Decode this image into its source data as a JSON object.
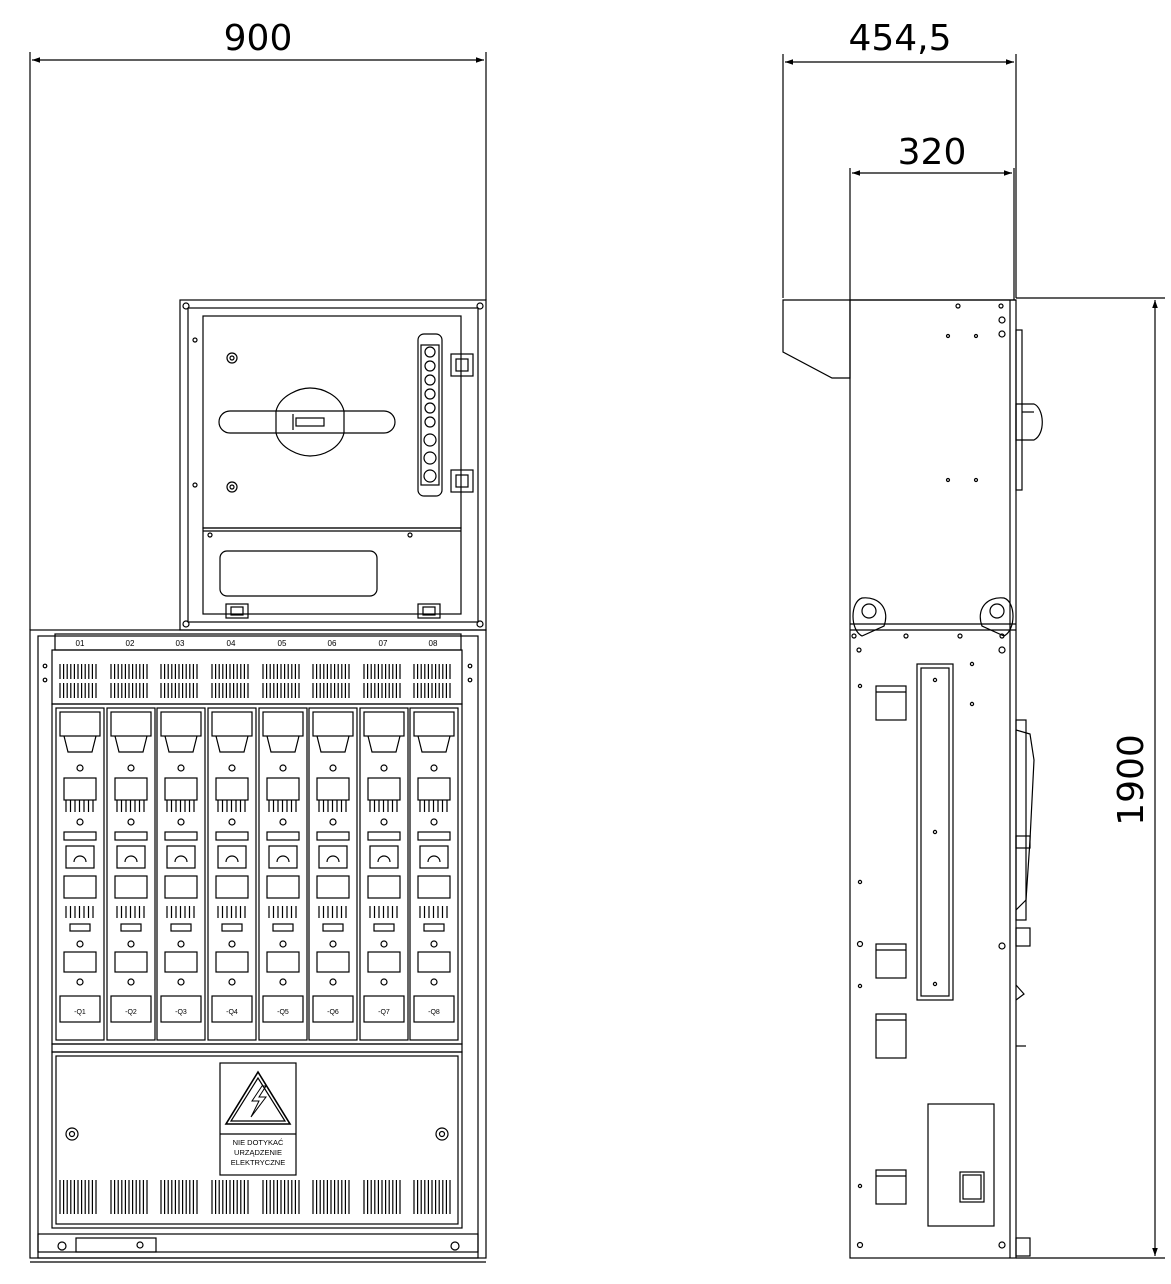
{
  "dimensions": {
    "front_width": "900",
    "side_depth_total": "454,5",
    "side_depth_body": "320",
    "height": "1900"
  },
  "front_view": {
    "terminal_labels": [
      "01",
      "02",
      "03",
      "04",
      "05",
      "06",
      "07",
      "08"
    ],
    "fuse_labels": [
      "-Q1",
      "-Q2",
      "-Q3",
      "-Q4",
      "-Q5",
      "-Q6",
      "-Q7",
      "-Q8"
    ],
    "warning_sign": {
      "icon": "high-voltage-triangle-icon",
      "line1": "NIE DOTYKAĆ",
      "line2": "URZĄDZENIE",
      "line3": "ELEKTRYCZNE"
    }
  }
}
